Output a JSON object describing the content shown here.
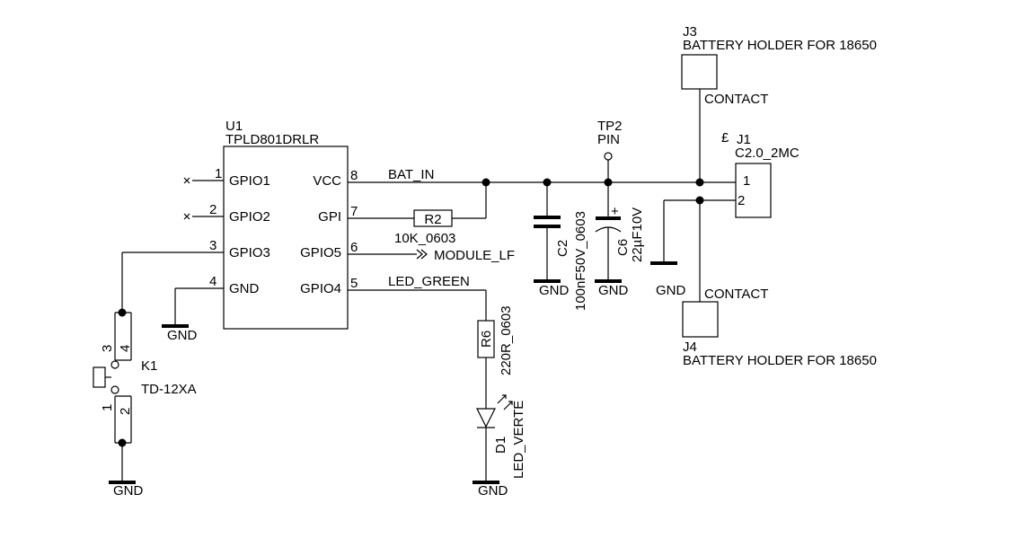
{
  "colors": {
    "line": "#000000",
    "background": "#ffffff"
  },
  "u1": {
    "ref": "U1",
    "part": "TPLD801DRLR",
    "pins_left": [
      {
        "num": "1",
        "name": "GPIO1"
      },
      {
        "num": "2",
        "name": "GPIO2"
      },
      {
        "num": "3",
        "name": "GPIO3"
      },
      {
        "num": "4",
        "name": "GND"
      }
    ],
    "pins_right": [
      {
        "num": "8",
        "name": "VCC"
      },
      {
        "num": "7",
        "name": "GPI"
      },
      {
        "num": "6",
        "name": "GPIO5"
      },
      {
        "num": "5",
        "name": "GPIO4"
      }
    ]
  },
  "nets": {
    "bat_in": "BAT_IN",
    "module_lf": "MODULE_LF",
    "led_green": "LED_GREEN",
    "gnd": "GND"
  },
  "r2": {
    "ref": "R2",
    "value": "10K_0603"
  },
  "r6": {
    "ref": "R6",
    "value": "220R_0603"
  },
  "d1": {
    "ref": "D1",
    "value": "LED_VERTE"
  },
  "c2": {
    "ref": "C2",
    "value": "100nF50V_0603"
  },
  "c6": {
    "ref": "C6",
    "value": "22µF10V",
    "polarity": "+"
  },
  "tp2": {
    "ref": "TP2",
    "value": "PIN"
  },
  "j1": {
    "ref": "J1",
    "value": "C2.0_2MC",
    "marker": "£",
    "pin1": "1",
    "pin2": "2"
  },
  "j3": {
    "ref": "J3",
    "value": "BATTERY HOLDER FOR 18650",
    "pin_label": "CONTACT"
  },
  "j4": {
    "ref": "J4",
    "value": "BATTERY HOLDER FOR 18650",
    "pin_label": "CONTACT"
  },
  "k1": {
    "ref": "K1",
    "value": "TD-12XA",
    "pins": [
      "3",
      "4",
      "1",
      "2"
    ]
  }
}
